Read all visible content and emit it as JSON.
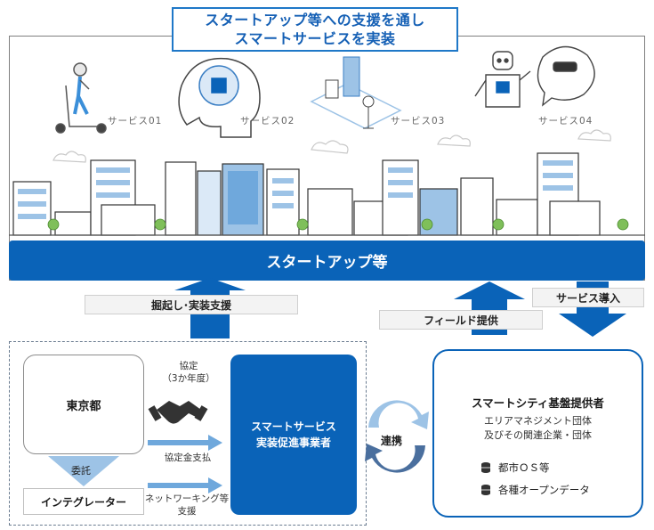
{
  "title": {
    "line1": "スタートアップ等への支援を通し",
    "line2": "スマートサービスを実装"
  },
  "services": [
    "サービス01",
    "サービス02",
    "サービス03",
    "サービス04"
  ],
  "startup_bar": "スタートアップ等",
  "arrows": {
    "support": "掘起し･実装支援",
    "field": "フィールド提供",
    "service_intro": "サービス導入"
  },
  "left_group": {
    "tokyo": "東京都",
    "consign": "委託",
    "integrator": "インテグレーター",
    "agreement_line1": "協定",
    "agreement_line2": "（3か年度）",
    "payment": "協定金支払",
    "networking_line1": "ネットワーキング等",
    "networking_line2": "支援",
    "promoter_line1": "スマートサービス",
    "promoter_line2": "実装促進事業者"
  },
  "collab": "連携",
  "platform": {
    "title": "スマートシティ基盤提供者",
    "sub1": "エリアマネジメント団体",
    "sub2": "及びその関連企業・団体",
    "item1": "都市ＯＳ等",
    "item2": "各種オープンデータ"
  },
  "colors": {
    "primary": "#0a63b8",
    "title_text": "#1560b5",
    "light_blue": "#9dc3e6"
  }
}
